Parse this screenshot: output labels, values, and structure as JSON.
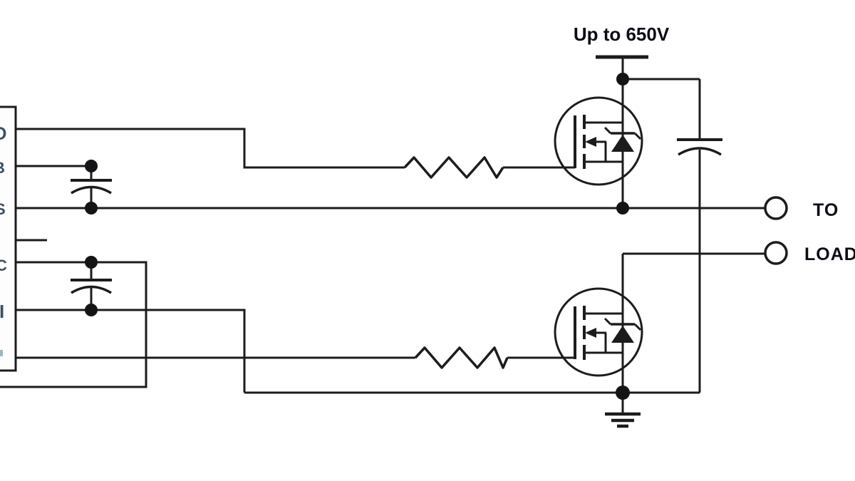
{
  "figure": {
    "supply_label": "Up to 650V",
    "terminal_labels": {
      "line1": "TO",
      "line2": "LOAD"
    },
    "ic_pin_label_fragments": {
      "pin1": "O",
      "pin2": "B",
      "pin3": "S",
      "pin5": "C",
      "pin6": "I"
    },
    "colors": {
      "wire": "#1c1c1e",
      "label_text": "#0c0c16",
      "pin_fragment_text": "#3c5063",
      "background": "#ffffff"
    },
    "components": [
      "gate-driver-ic-partial",
      "bootstrap-capacitor",
      "supply-capacitor",
      "high-side-gate-resistor",
      "low-side-gate-resistor",
      "high-side-mosfet",
      "low-side-mosfet",
      "dc-bus-capacitor",
      "ground-symbol",
      "to-load-terminals",
      "hv-supply-rail"
    ]
  }
}
